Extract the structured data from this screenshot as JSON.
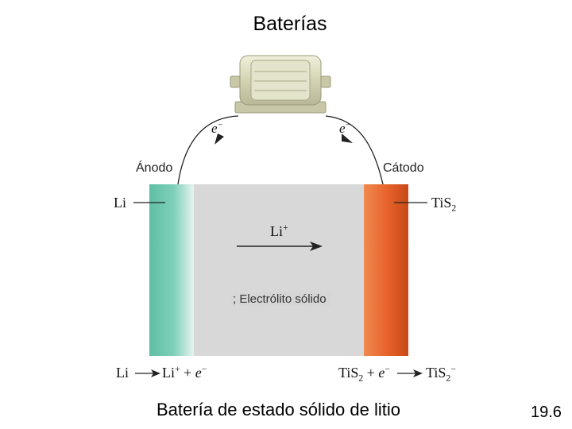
{
  "title": "Baterías",
  "anode_label": "Ánodo",
  "cathode_label": "Cátodo",
  "electron": "e",
  "electron_charge": "−",
  "left_material": "Li",
  "right_material_base": "TiS",
  "right_material_sub": "2",
  "ion_label": "Li",
  "ion_charge": "+",
  "electrolyte_label": "; Electrólito sólido",
  "anode_reaction": {
    "reactant": "Li",
    "product": "Li",
    "product_charge": "+",
    "plus": "+",
    "electron": "e",
    "electron_charge": "−"
  },
  "cathode_reaction": {
    "reactant": "TiS",
    "reactant_sub": "2",
    "plus": "+",
    "electron": "e",
    "electron_charge": "−",
    "product": "TiS",
    "product_sub": "2",
    "product_charge": "−"
  },
  "caption": "Batería de estado sólido de litio",
  "slide_number": "19.6",
  "colors": {
    "anode": "#7fcfba",
    "cathode": "#e8642c",
    "electrolyte": "#d8d8d8",
    "motor": "#dcdcc0"
  }
}
